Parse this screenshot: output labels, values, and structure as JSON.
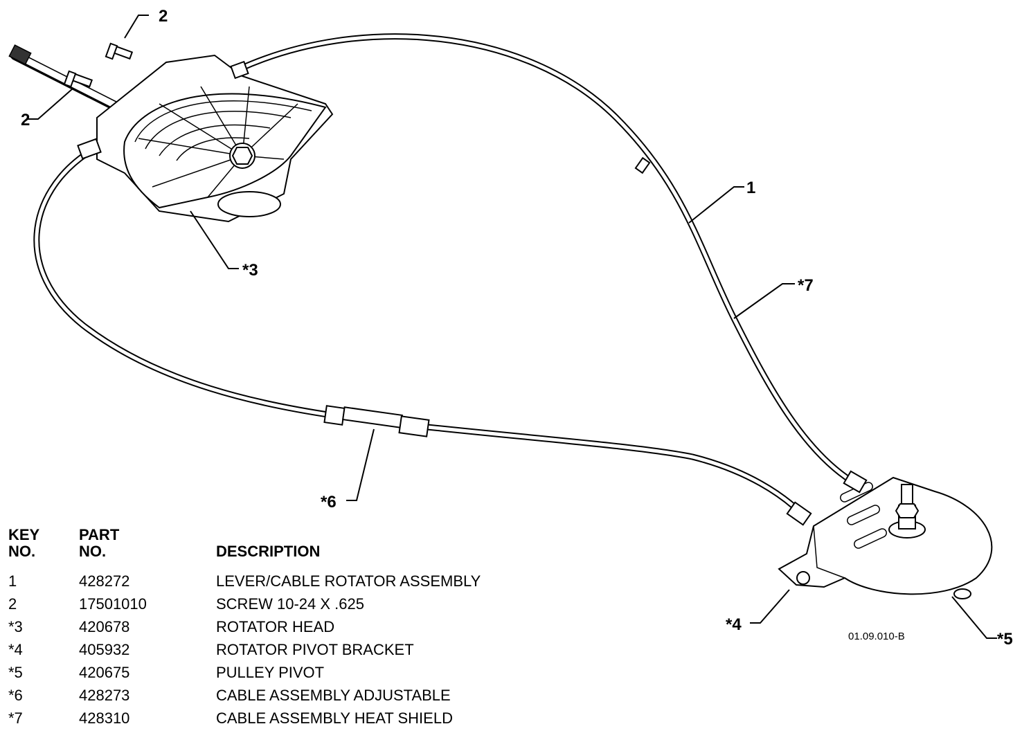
{
  "callouts": {
    "c1": "1",
    "c2a": "2",
    "c2b": "2",
    "c3": "*3",
    "c4": "*4",
    "c5": "*5",
    "c6": "*6",
    "c7": "*7"
  },
  "drawing_ref": "01.09.010-B",
  "table": {
    "headers": {
      "key_line1": "KEY",
      "key_line2": "NO.",
      "part_line1": "PART",
      "part_line2": "NO.",
      "description": "DESCRIPTION"
    },
    "rows": [
      {
        "key": "1",
        "part": "428272",
        "description": "LEVER/CABLE ROTATOR ASSEMBLY"
      },
      {
        "key": "2",
        "part": "17501010",
        "description": "SCREW 10-24 X .625"
      },
      {
        "key": "*3",
        "part": "420678",
        "description": "ROTATOR HEAD"
      },
      {
        "key": "*4",
        "part": "405932",
        "description": "ROTATOR PIVOT BRACKET"
      },
      {
        "key": "*5",
        "part": "420675",
        "description": "PULLEY PIVOT"
      },
      {
        "key": "*6",
        "part": "428273",
        "description": "CABLE ASSEMBLY ADJUSTABLE"
      },
      {
        "key": "*7",
        "part": "428310",
        "description": "CABLE ASSEMBLY HEAT SHIELD"
      }
    ]
  }
}
